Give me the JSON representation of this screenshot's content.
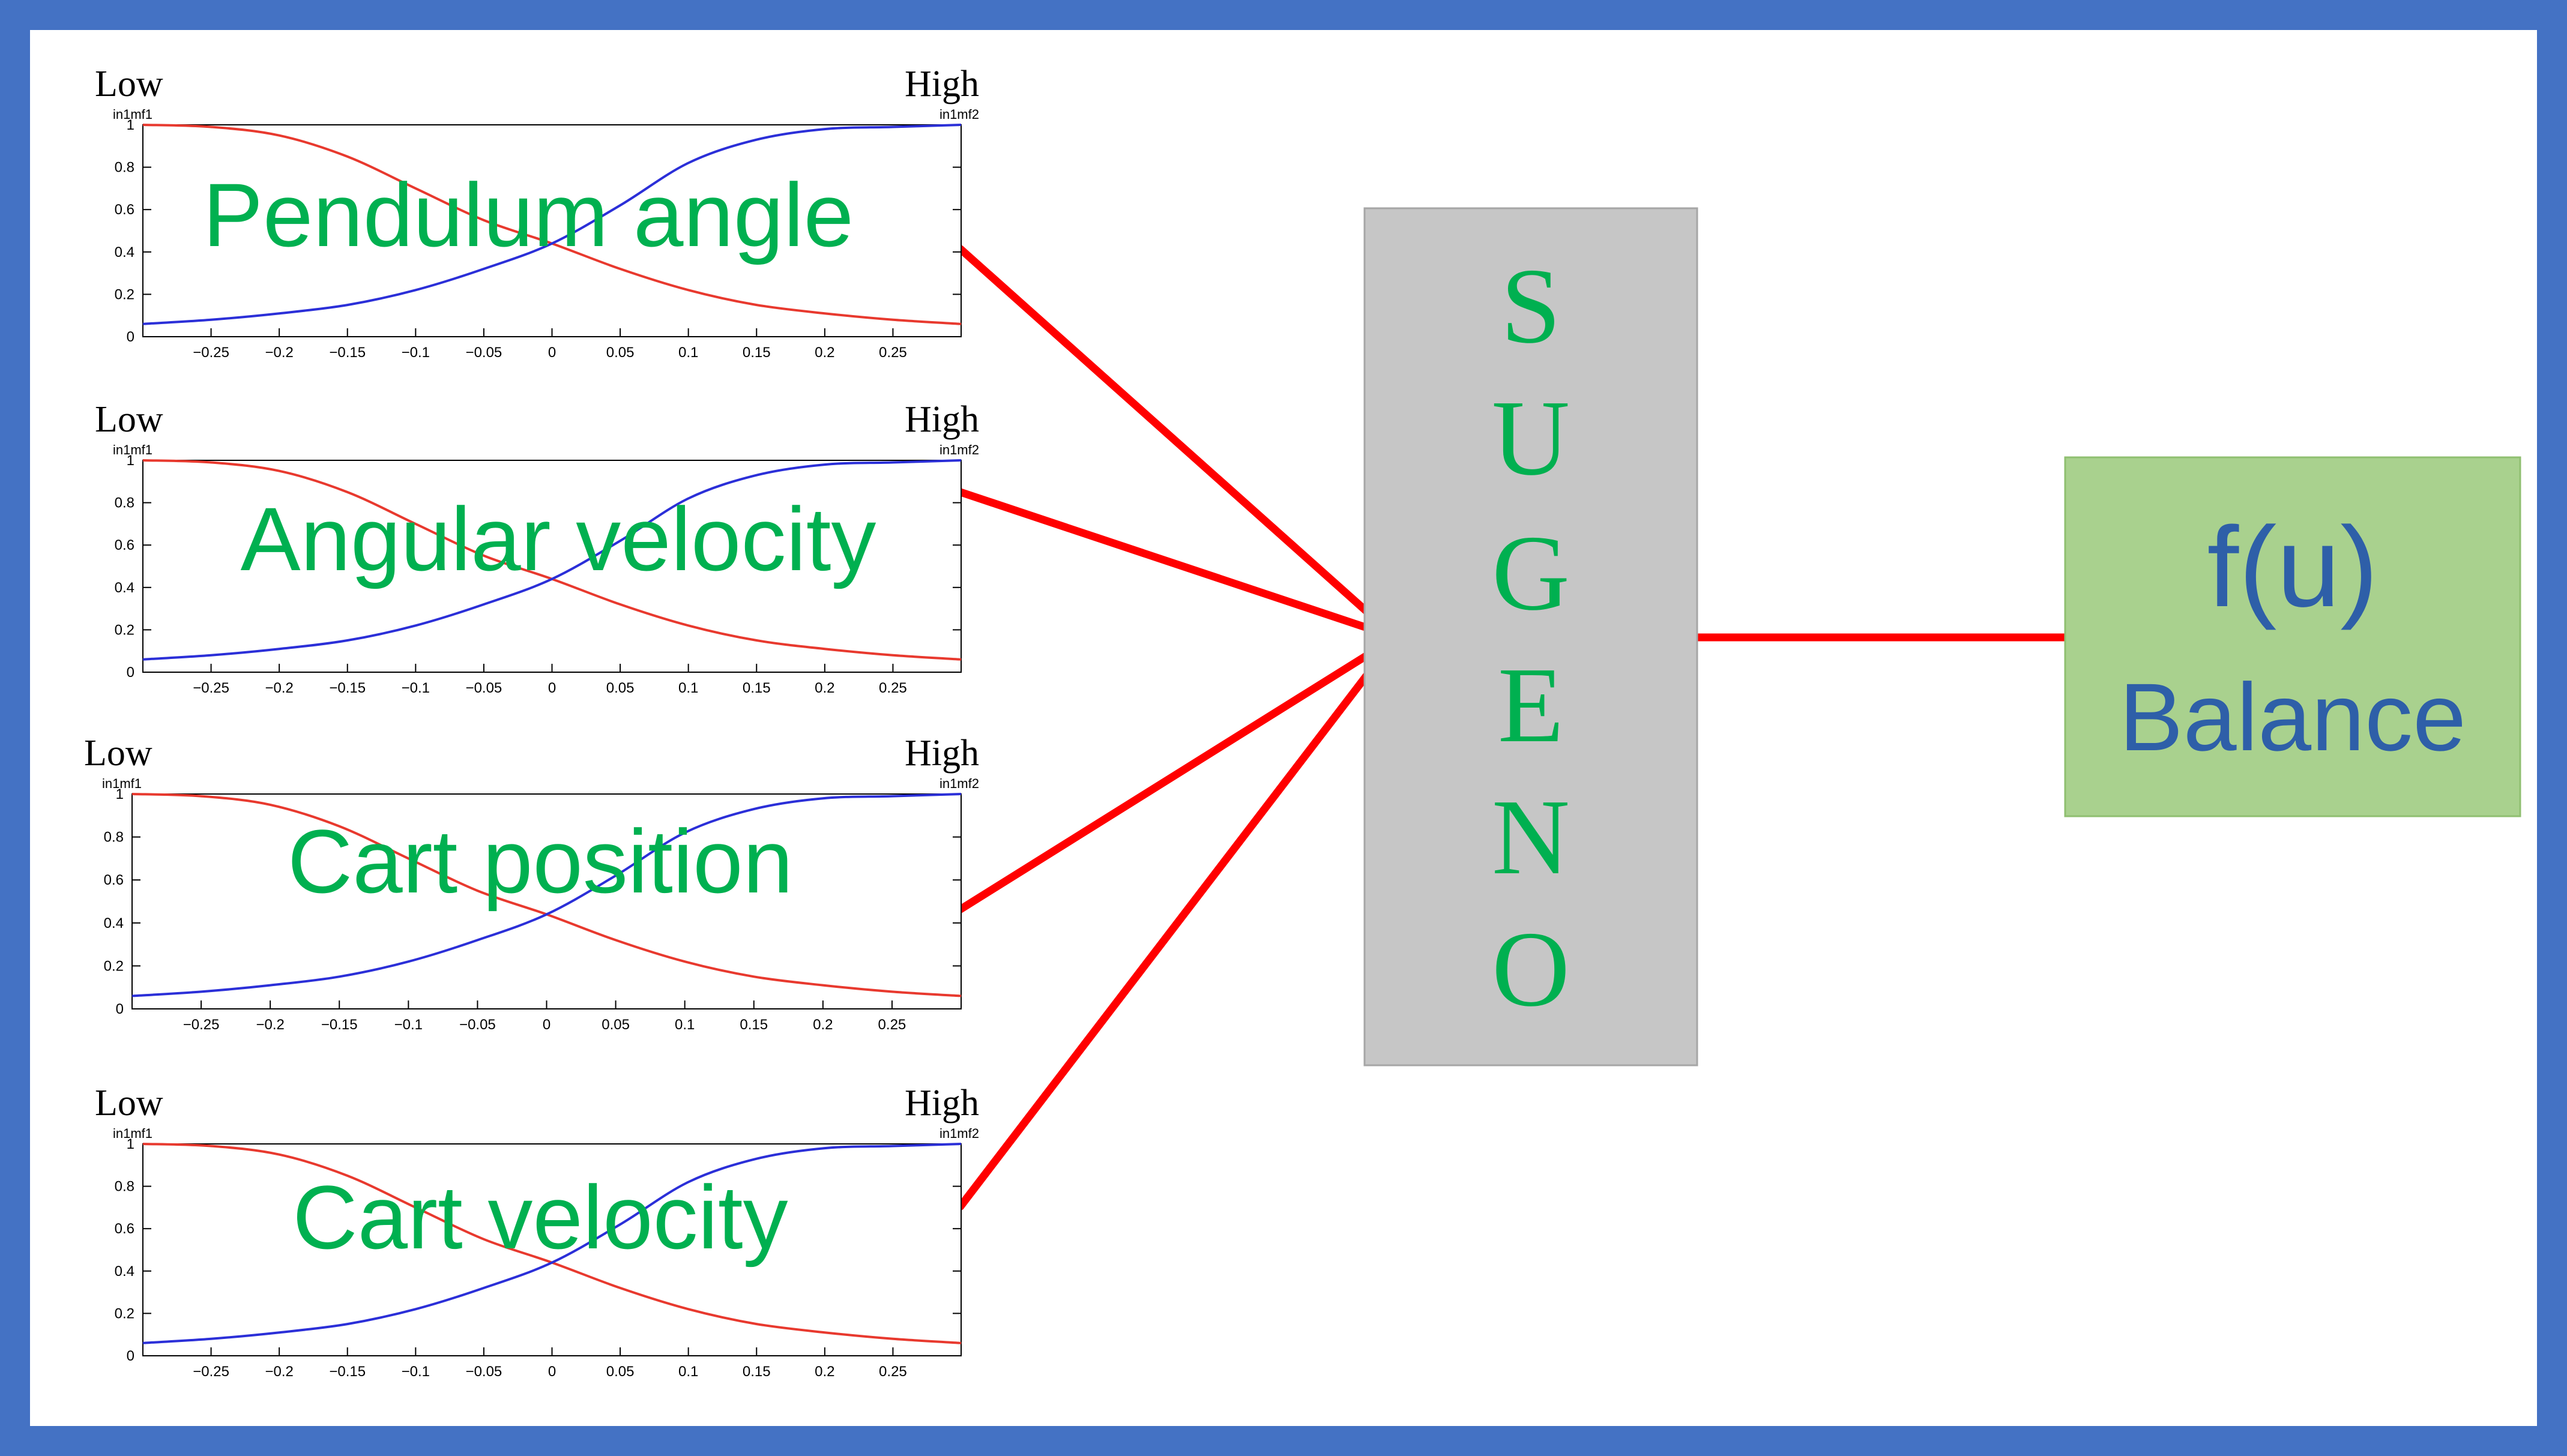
{
  "colors": {
    "frame": "#4472c4",
    "title_green": "#00b050",
    "connector_red": "#ff0000",
    "low_mf": "#e8392e",
    "high_mf": "#2b2fd8",
    "sugeno_box": "#c6c6c6",
    "output_box": "#a9d18e",
    "output_text": "#2e5fa8"
  },
  "inputs": [
    {
      "title": "Pendulum angle",
      "low_label": "Low",
      "high_label": "High",
      "mf1": "in1mf1",
      "mf2": "in1mf2"
    },
    {
      "title": "Angular velocity",
      "low_label": "Low",
      "high_label": "High",
      "mf1": "in1mf1",
      "mf2": "in1mf2"
    },
    {
      "title": "Cart position",
      "low_label": "Low",
      "high_label": "High",
      "mf1": "in1mf1",
      "mf2": "in1mf2"
    },
    {
      "title": "Cart velocity",
      "low_label": "Low",
      "high_label": "High",
      "mf1": "in1mf1",
      "mf2": "in1mf2"
    }
  ],
  "chart_data": {
    "type": "line",
    "x_ticks": [
      -0.25,
      -0.2,
      -0.15,
      -0.1,
      -0.05,
      0,
      0.05,
      0.1,
      0.15,
      0.2,
      0.25
    ],
    "x_tick_labels": [
      "−0.25",
      "−0.2",
      "−0.15",
      "−0.1",
      "−0.05",
      "0",
      "0.05",
      "0.1",
      "0.15",
      "0.2",
      "0.25"
    ],
    "y_ticks": [
      0,
      0.2,
      0.4,
      0.6,
      0.8,
      1
    ],
    "y_tick_labels": [
      "0",
      "0.2",
      "0.4",
      "0.6",
      "0.8",
      "1"
    ],
    "xlim": [
      -0.3,
      0.3
    ],
    "ylim": [
      0,
      1
    ],
    "series": [
      {
        "name": "in1mf1",
        "color": "#e8392e",
        "x": [
          -0.3,
          -0.25,
          -0.2,
          -0.15,
          -0.1,
          -0.05,
          0,
          0.05,
          0.1,
          0.15,
          0.2,
          0.25,
          0.3
        ],
        "values": [
          1.0,
          0.99,
          0.95,
          0.85,
          0.7,
          0.55,
          0.44,
          0.32,
          0.22,
          0.15,
          0.11,
          0.08,
          0.06
        ]
      },
      {
        "name": "in1mf2",
        "color": "#2b2fd8",
        "x": [
          -0.3,
          -0.25,
          -0.2,
          -0.15,
          -0.1,
          -0.05,
          0,
          0.05,
          0.1,
          0.15,
          0.2,
          0.25,
          0.3
        ],
        "values": [
          0.06,
          0.08,
          0.11,
          0.15,
          0.22,
          0.32,
          0.44,
          0.62,
          0.82,
          0.93,
          0.98,
          0.99,
          1.0
        ]
      }
    ]
  },
  "sugeno": {
    "letters": [
      "S",
      "U",
      "G",
      "E",
      "N",
      "O"
    ]
  },
  "output": {
    "formula": "f(u)",
    "label": "Balance"
  }
}
